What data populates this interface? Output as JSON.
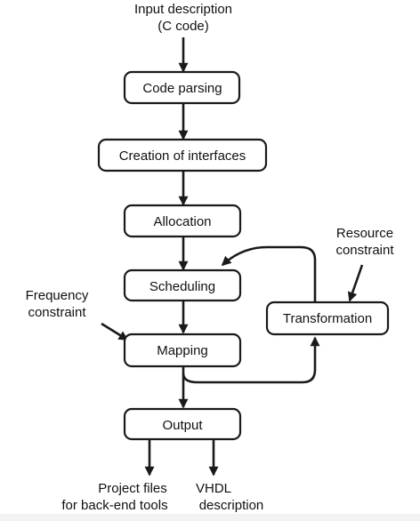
{
  "input": {
    "line1": "Input description",
    "line2": "(C code)"
  },
  "steps": {
    "code_parsing": "Code parsing",
    "creation_of_interfaces": "Creation of interfaces",
    "allocation": "Allocation",
    "scheduling": "Scheduling",
    "mapping": "Mapping",
    "output": "Output",
    "transformation": "Transformation"
  },
  "constraints": {
    "resource_line1": "Resource",
    "resource_line2": "constraint",
    "frequency_line1": "Frequency",
    "frequency_line2": "constraint"
  },
  "outputs": {
    "project_line1": "Project files",
    "project_line2": "for back-end tools",
    "vhdl_line1": "VHDL",
    "vhdl_line2": "description"
  }
}
